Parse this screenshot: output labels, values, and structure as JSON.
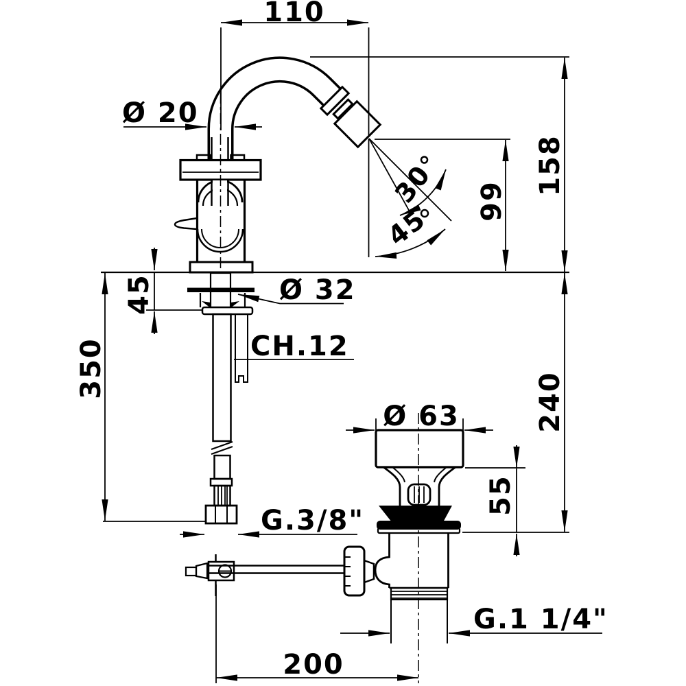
{
  "drawing": {
    "background": "#ffffff",
    "ink": "#000000",
    "dims": {
      "d110": "110",
      "d20": "Ø 20",
      "d158": "158",
      "d99": "99",
      "a30": "30",
      "a45": "45",
      "d45": "45",
      "d350": "350",
      "d32": "Ø 32",
      "ch12": "CH.12",
      "d63": "Ø 63",
      "d55": "55",
      "d240": "240",
      "g38": "G.3/8\"",
      "g114": "G.1 1/4\"",
      "d200": "200"
    }
  }
}
